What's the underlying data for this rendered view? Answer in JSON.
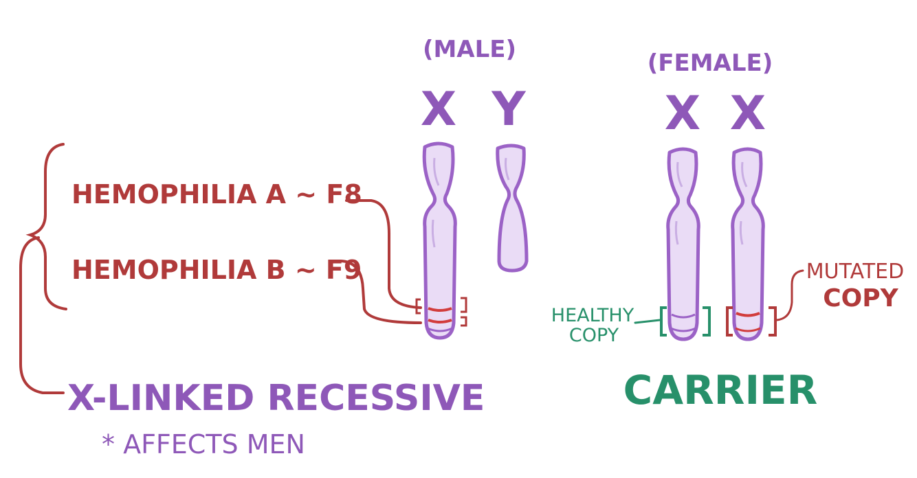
{
  "labels": {
    "male": "(MALE)",
    "female": "(FEMALE)",
    "male_x": "X",
    "male_y": "Y",
    "female_x1": "X",
    "female_x2": "X",
    "hemophilia_a": "HEMOPHILIA A ~ F8",
    "hemophilia_b": "HEMOPHILIA B ~ F9",
    "x_linked_recessive": "X-LINKED RECESSIVE",
    "affects_men": "* AFFECTS MEN",
    "healthy_copy_line1": "HEALTHY",
    "healthy_copy_line2": "COPY",
    "mutated_copy_line1": "MUTATED",
    "mutated_copy_line2": "COPY",
    "carrier": "CARRIER"
  },
  "colors": {
    "red": "#b03a3a",
    "purple": "#8e58b8",
    "chromosome_fill": "#eadcf6",
    "chromosome_stroke": "#9b62c6",
    "green": "#27906a"
  }
}
